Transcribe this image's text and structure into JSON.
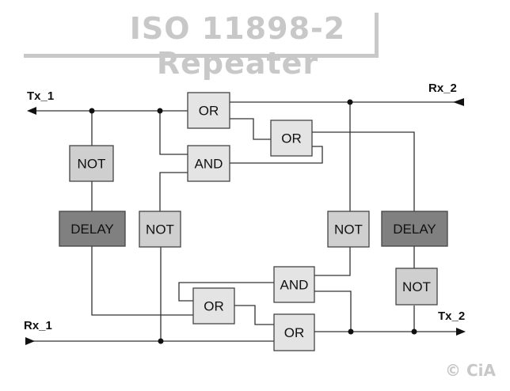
{
  "title": "ISO 11898-2 Repeater",
  "copyright": "© CiA",
  "signals": {
    "tx1": "Tx_1",
    "rx2": "Rx_2",
    "rx1": "Rx_1",
    "tx2": "Tx_2"
  },
  "gates": [
    {
      "id": "or-top-1",
      "label": "OR",
      "type": "or"
    },
    {
      "id": "or-top-2",
      "label": "OR",
      "type": "or"
    },
    {
      "id": "and-top",
      "label": "AND",
      "type": "and"
    },
    {
      "id": "not-left-top",
      "label": "NOT",
      "type": "not"
    },
    {
      "id": "delay-left",
      "label": "DELAY",
      "type": "delay"
    },
    {
      "id": "not-left-mid",
      "label": "NOT",
      "type": "not"
    },
    {
      "id": "not-right-mid",
      "label": "NOT",
      "type": "not"
    },
    {
      "id": "delay-right",
      "label": "DELAY",
      "type": "delay"
    },
    {
      "id": "not-right-bottom",
      "label": "NOT",
      "type": "not"
    },
    {
      "id": "and-bottom",
      "label": "AND",
      "type": "and"
    },
    {
      "id": "or-bottom-1",
      "label": "OR",
      "type": "or"
    },
    {
      "id": "or-bottom-2",
      "label": "OR",
      "type": "or"
    }
  ],
  "colors": {
    "logic_fill": "#e4e4e4",
    "not_fill": "#cfcfcf",
    "delay_fill": "#808080",
    "line": "#222222",
    "title": "#c8c8c8"
  }
}
